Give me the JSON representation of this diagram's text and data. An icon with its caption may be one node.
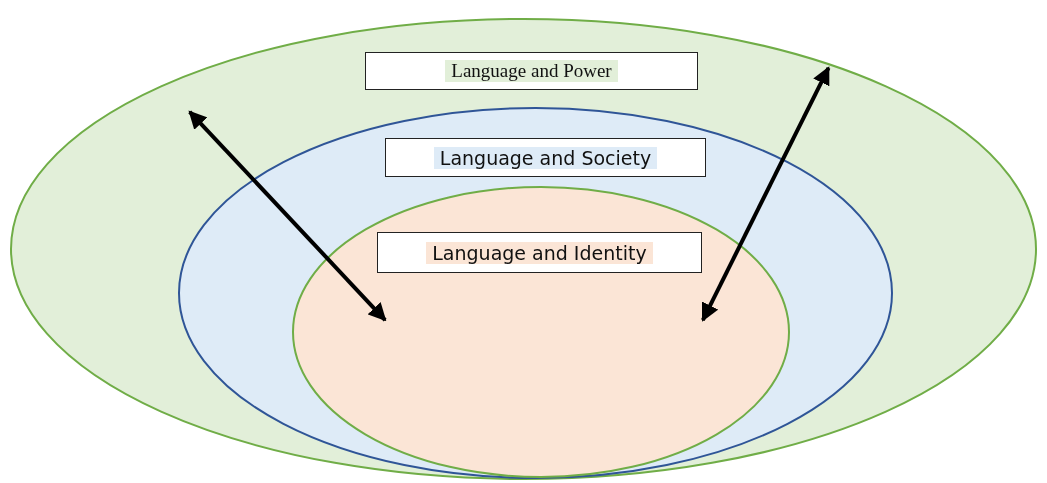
{
  "diagram": {
    "nodes": [
      {
        "text": [
          "Language and Power"
        ]
      },
      {
        "text": [
          "Language and Society"
        ],
        "in": 0
      },
      {
        "text": [
          "Language and Identity"
        ],
        "in": 1
      }
    ],
    "edges": [
      {
        "from": 2,
        "to": 0,
        "arrow": "both"
      },
      {
        "from": 2,
        "to": 0,
        "arrow": "both"
      }
    ]
  }
}
